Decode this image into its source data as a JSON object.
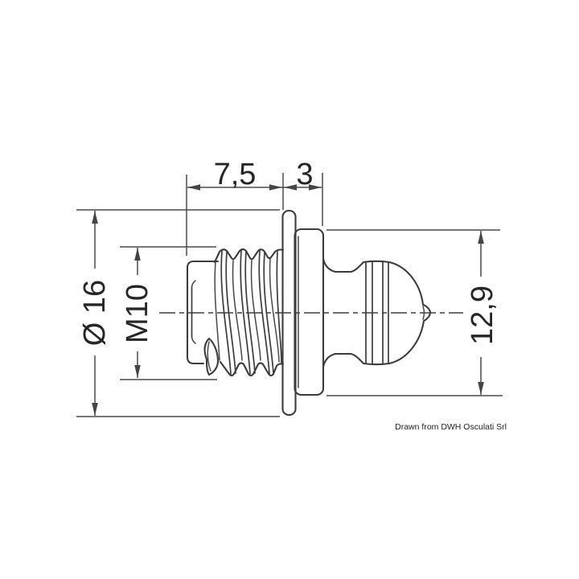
{
  "drawing": {
    "type": "technical-dimension-drawing",
    "part": "threaded snap fastener stud side view",
    "labels": {
      "thread_length": "7,5",
      "flange_head_offset": "3",
      "flange_diameter": "Ø 16",
      "thread_size": "M10",
      "head_diameter": "12,9"
    },
    "credit": "Drawn from DWH Osculati Srl",
    "colors": {
      "background": "#ffffff",
      "part_line": "#3c3c3c",
      "dimension_line": "#4a4a4a",
      "text": "#262626"
    }
  }
}
